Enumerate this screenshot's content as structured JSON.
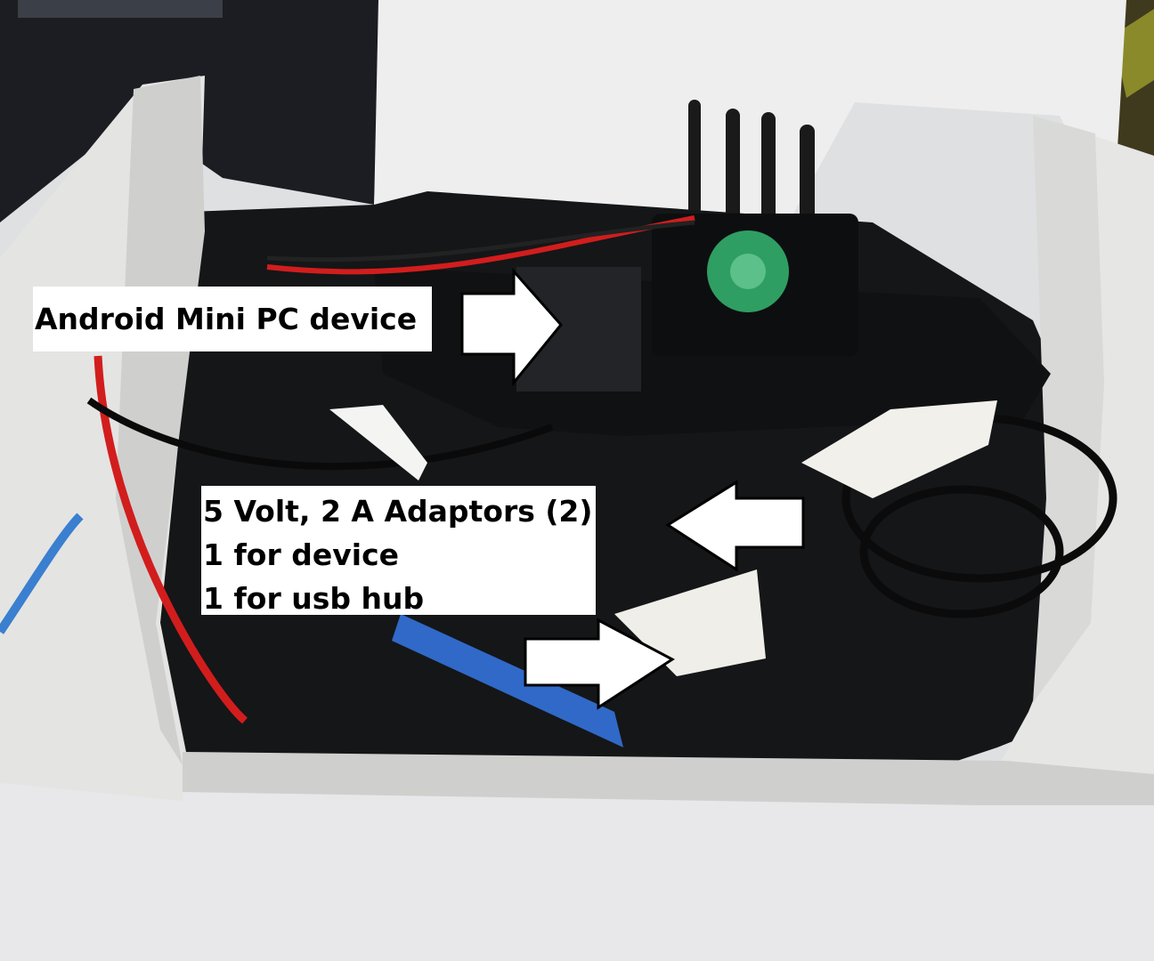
{
  "annotations": {
    "device_label": "Android Mini PC device",
    "adaptor_lines": [
      "5 Volt, 2 A Adaptors (2)",
      "1 for device",
      "1 for usb hub"
    ]
  },
  "colors": {
    "arrow_fill": "#ffffff",
    "arrow_stroke": "#000000",
    "case_metal": "#e2e2e0",
    "wire_red": "#d21d1d",
    "usb_cable_blue": "#3a7fd0",
    "fan_label_green": "#2f9e63"
  },
  "icons": [
    "arrow-right-icon",
    "arrow-left-icon",
    "arrow-right-icon",
    "cooling-fan-icon"
  ]
}
